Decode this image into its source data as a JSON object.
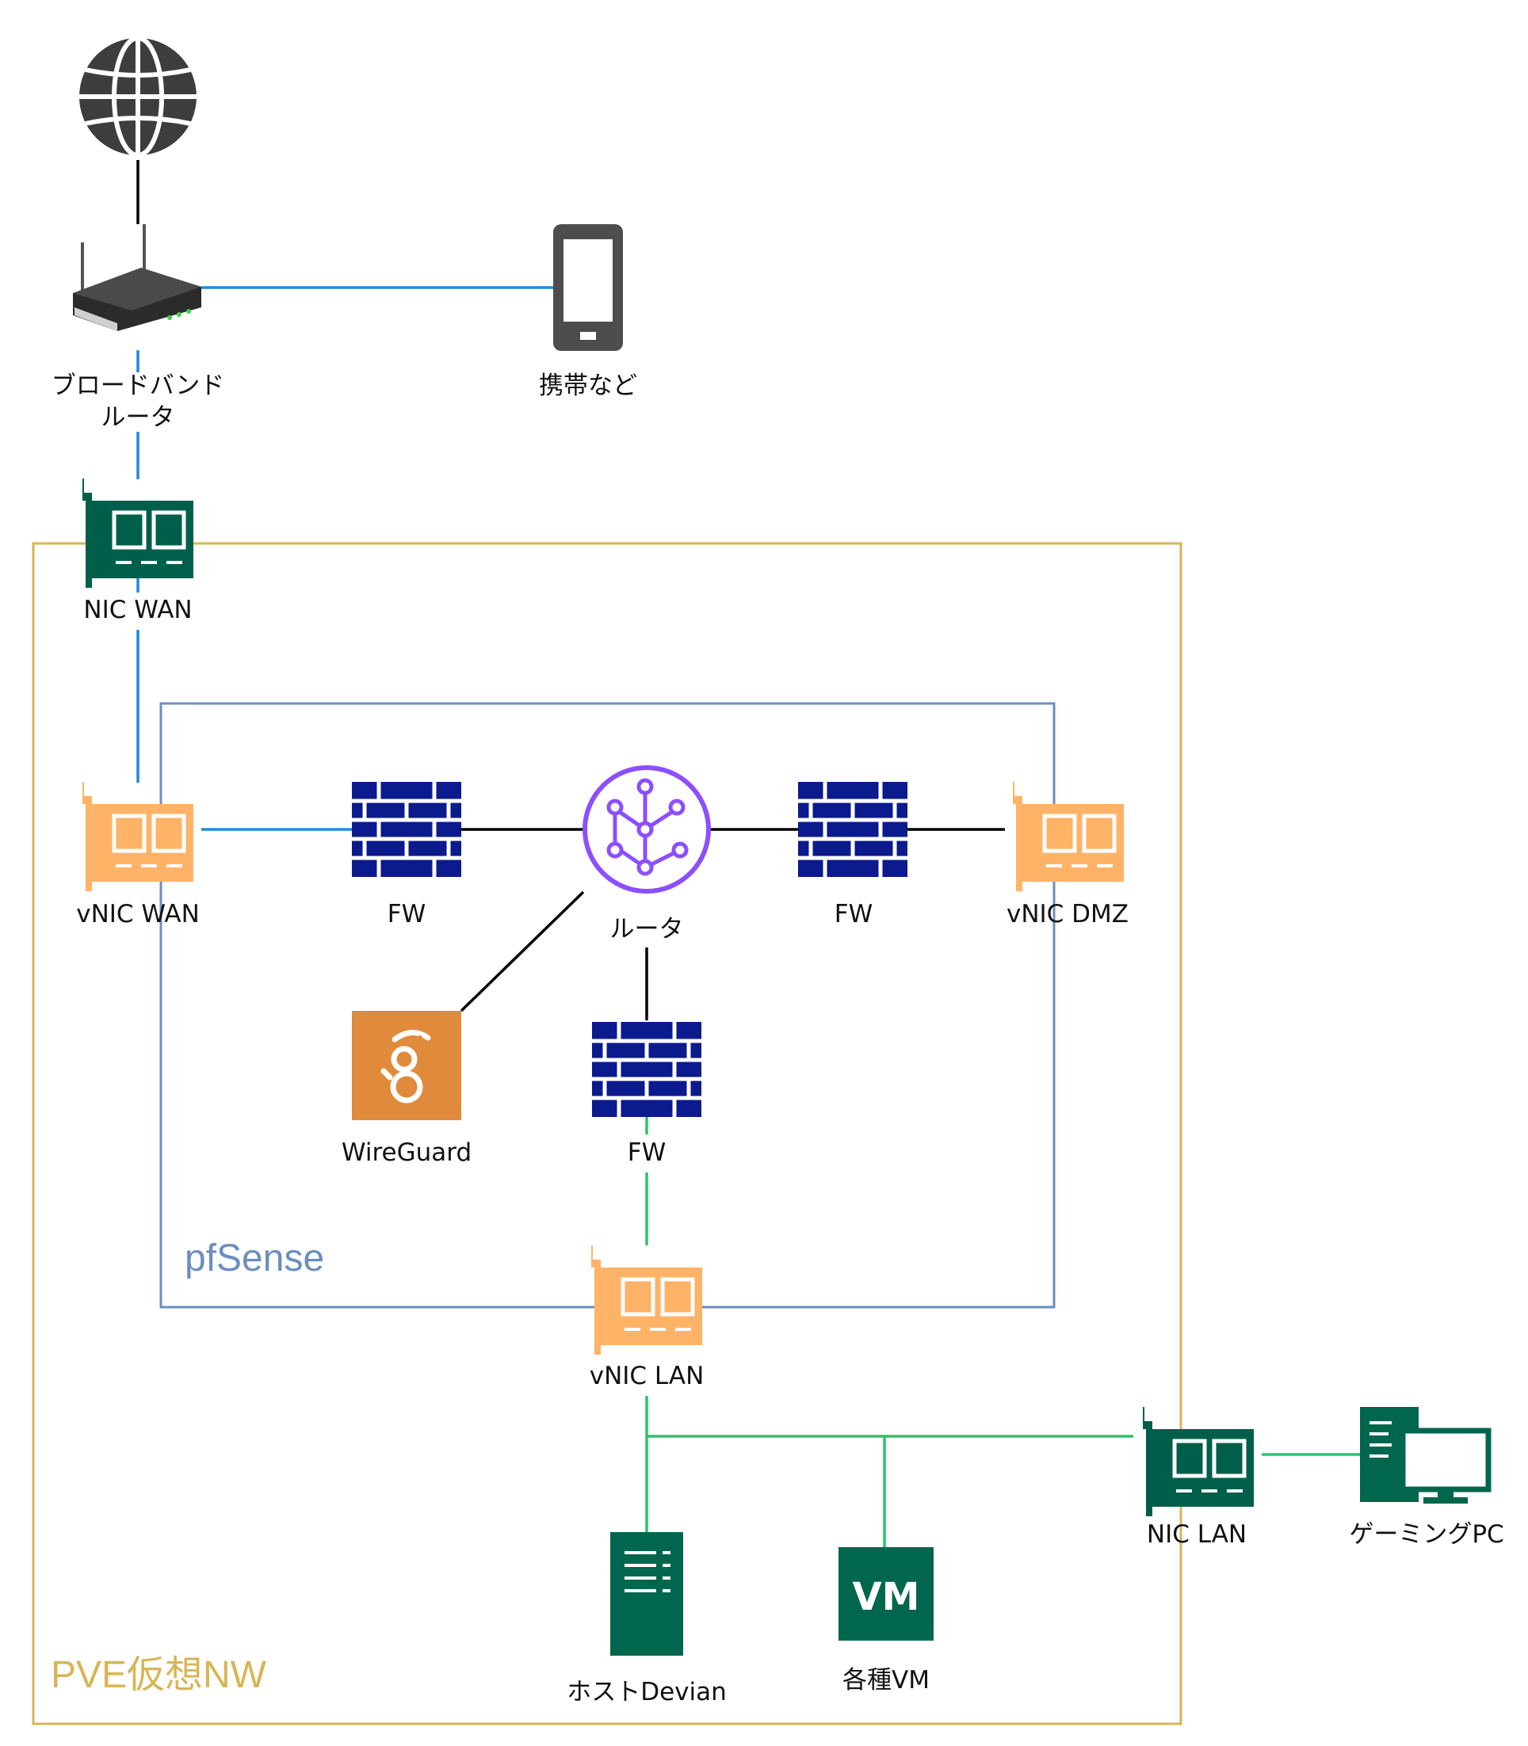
{
  "colors": {
    "pve_frame": "#d6b656",
    "pfsense_frame": "#6c8ebf",
    "wan_line": "#1e88e5",
    "lan_line": "#2ec26f",
    "black_line": "#000000",
    "nic_physical": "#005f4b",
    "nic_virtual": "#ffb366",
    "firewall": "#0b1a8c",
    "router_icon": "#8c4fff",
    "wireguard": "#e08a3c",
    "vm": "#00664e",
    "globe": "#3d3d3d",
    "phone": "#4d4d4d"
  },
  "labels": {
    "router_broadband_line1": "ブロードバンド",
    "router_broadband_line2": "ルータ",
    "mobile": "携帯など",
    "nic_wan": "NIC WAN",
    "vnic_wan": "vNIC WAN",
    "fw_left": "FW",
    "router_center": "ルータ",
    "fw_right": "FW",
    "vnic_dmz": "vNIC DMZ",
    "wireguard": "WireGuard",
    "fw_bottom": "FW",
    "pfsense_group": "pfSense",
    "vnic_lan": "vNIC LAN",
    "nic_lan": "NIC LAN",
    "gaming_pc": "ゲーミングPC",
    "host_devian": "ホストDevian",
    "vm_various": "各種VM",
    "vm_icon_text": "VM",
    "pve_group": "PVE仮想NW"
  },
  "icons": {
    "internet": "globe-icon",
    "broadband_router": "wireless-router-icon",
    "mobile": "smartphone-icon",
    "nic": "network-card-icon",
    "firewall": "brick-wall-icon",
    "router": "vpc-router-icon",
    "wireguard": "wireguard-dragon-icon",
    "host": "server-tower-icon",
    "vm": "vm-box-icon",
    "gaming_pc": "desktop-pc-icon"
  }
}
